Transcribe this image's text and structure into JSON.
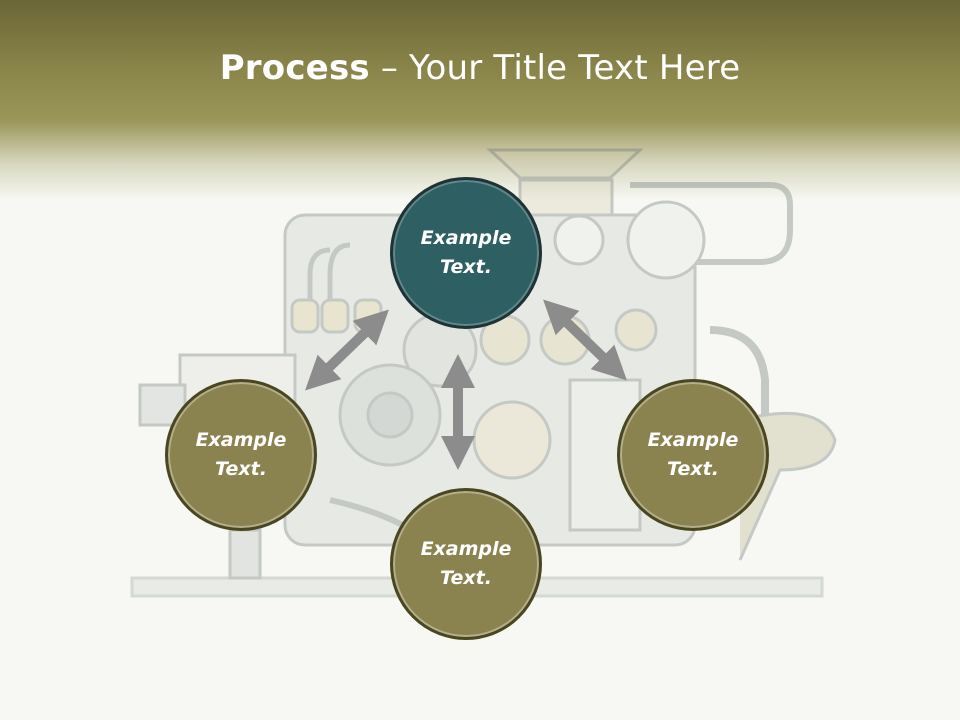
{
  "title": {
    "bold": "Process",
    "rest": " – Your Title Text Here"
  },
  "nodes": {
    "top": {
      "label": "Example\nText."
    },
    "left": {
      "label": "Example\nText."
    },
    "right": {
      "label": "Example\nText."
    },
    "bottom": {
      "label": "Example\nText."
    }
  },
  "colors": {
    "header": "#8a854a",
    "node_olive": "#8a8350",
    "node_teal": "#2e5f62",
    "arrow": "#8c8c8c"
  }
}
